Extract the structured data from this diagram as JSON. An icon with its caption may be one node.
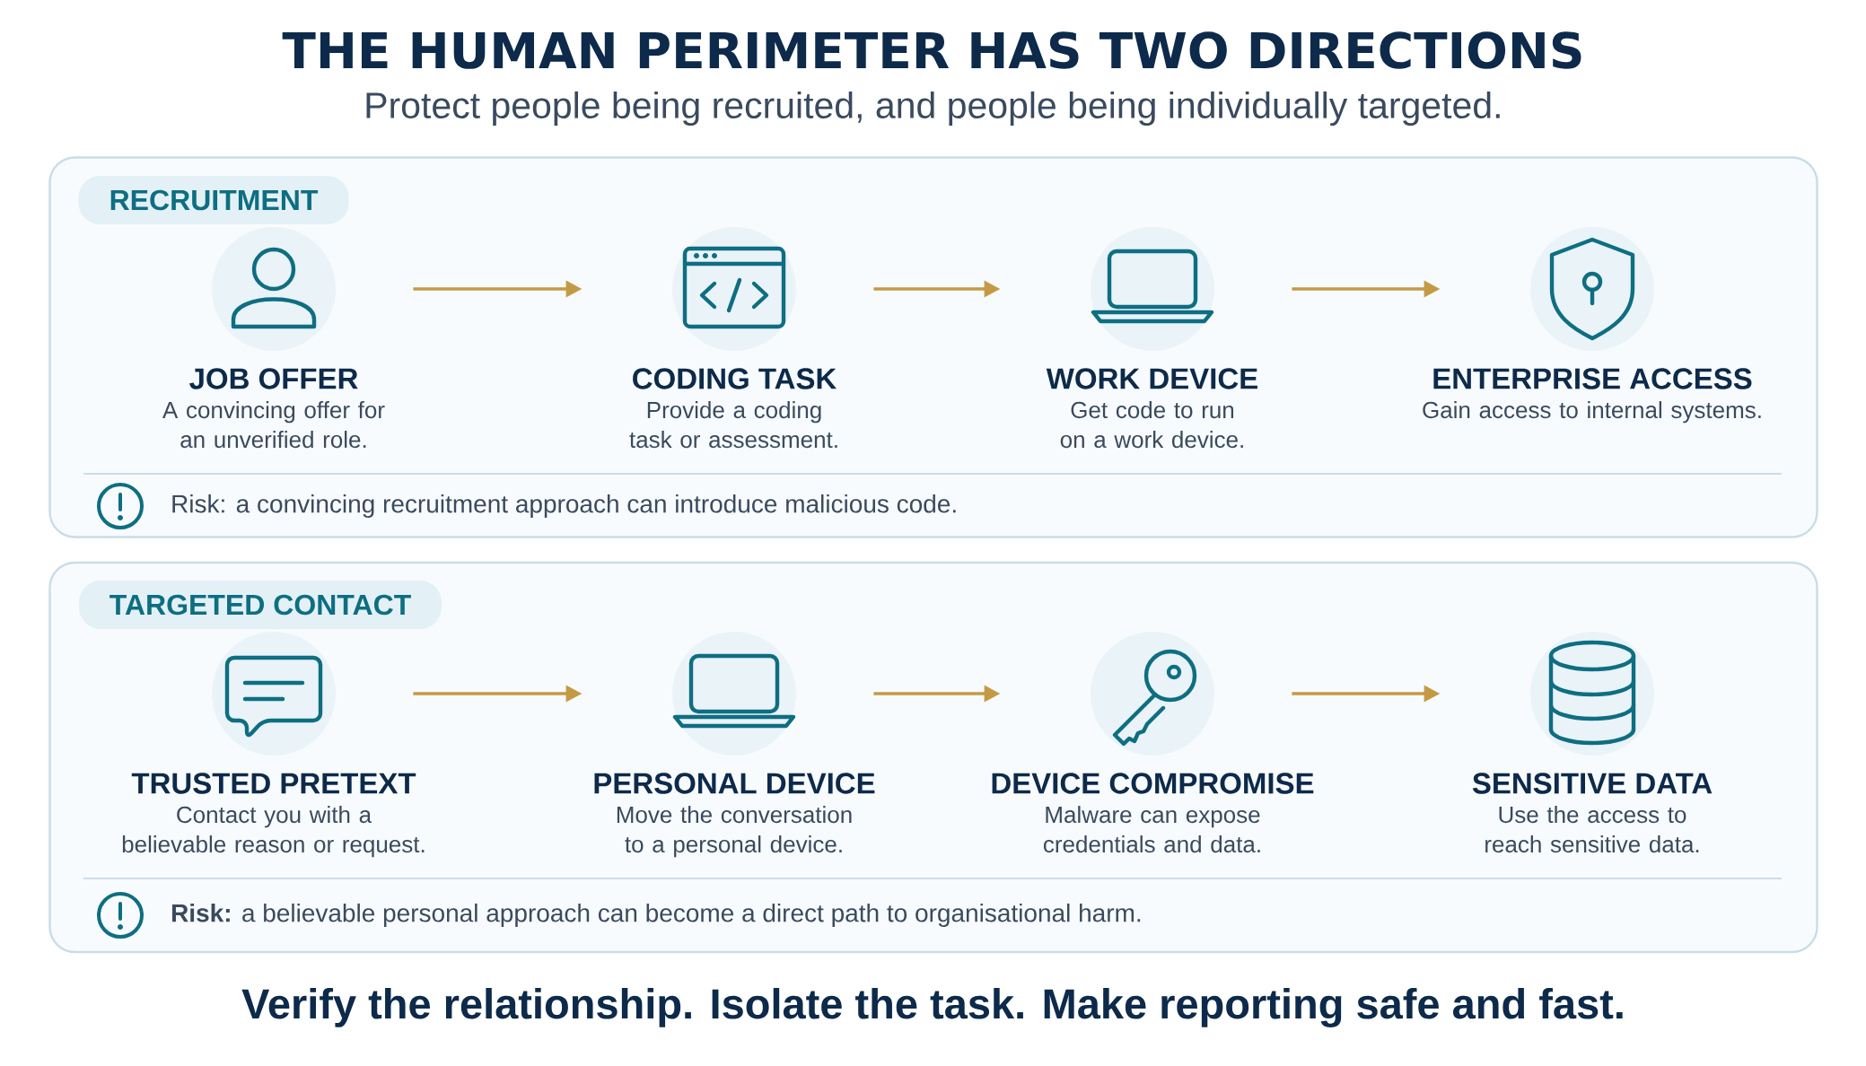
{
  "diagram": {
    "title": "THE HUMAN PERIMETER HAS TWO DIRECTIONS",
    "caption": "Verify the relationship. Isolate the task. Make reporting safe and fast.",
    "nodes": [
      {
        "text": [
          "RECRUITMENT"
        ]
      },
      {
        "text": [
          "JOB OFFER",
          "A convincing offer for an unverified role."
        ],
        "in": 0
      },
      {
        "text": [
          "CODING TASK",
          "Provide a coding task or assessment."
        ],
        "in": 0
      },
      {
        "text": [
          "WORK DEVICE",
          "Get code to run on a work device."
        ],
        "in": 0
      },
      {
        "text": [
          "ENTERPRISE ACCESS",
          "Gain access to internal systems."
        ],
        "in": 0
      },
      {
        "text": [
          "TARGETED CONTACT"
        ]
      },
      {
        "text": [
          "TRUSTED PRETEXT",
          "Contact you with a believable reason or request."
        ],
        "in": 5
      },
      {
        "text": [
          "PERSONAL DEVICE",
          "Move the conversation to a personal device."
        ],
        "in": 5
      },
      {
        "text": [
          "DEVICE COMPROMISE",
          "Malware can expose credentials and data."
        ],
        "in": 5
      },
      {
        "text": [
          "SENSITIVE DATA",
          "Use the access to reach sensitive data."
        ],
        "in": 5
      }
    ],
    "edges": [
      {
        "from": 1,
        "to": 2,
        "arrow": "to"
      },
      {
        "from": 2,
        "to": 3,
        "arrow": "to"
      },
      {
        "from": 3,
        "to": 4,
        "arrow": "to"
      },
      {
        "from": 6,
        "to": 7,
        "arrow": "to"
      },
      {
        "from": 7,
        "to": 8,
        "arrow": "to"
      },
      {
        "from": 8,
        "to": 9,
        "arrow": "to"
      }
    ],
    "labels": [
      "Protect people being recruited, and people being individually targeted.",
      "Risk: a convincing recruitment approach can introduce malicious code.",
      "**Risk:** a believable personal approach can become a direct path to organisational harm."
    ]
  }
}
